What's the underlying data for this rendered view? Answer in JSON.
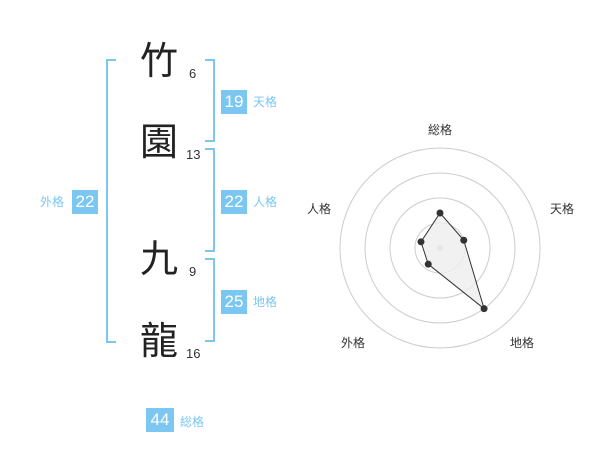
{
  "name_chars": [
    {
      "char": "竹",
      "strokes": "6"
    },
    {
      "char": "園",
      "strokes": "13"
    },
    {
      "char": "九",
      "strokes": "9"
    },
    {
      "char": "龍",
      "strokes": "16"
    }
  ],
  "kaku": {
    "tenkaku": {
      "value": "19",
      "label": "天格"
    },
    "jinkaku": {
      "value": "22",
      "label": "人格"
    },
    "chikaku": {
      "value": "25",
      "label": "地格"
    },
    "gaikaku": {
      "value": "22",
      "label": "外格"
    },
    "soukaku": {
      "value": "44",
      "label": "総格"
    }
  },
  "chart_data": {
    "type": "radar",
    "axes": [
      "総格",
      "天格",
      "地格",
      "外格",
      "人格"
    ],
    "values": [
      0.35,
      0.25,
      0.75,
      0.2,
      0.2
    ],
    "range": [
      0,
      1
    ],
    "rings": 4
  },
  "colors": {
    "accent": "#7cc6f2",
    "text": "#222222",
    "grid": "#cccccc",
    "fill": "#eeeeee"
  }
}
